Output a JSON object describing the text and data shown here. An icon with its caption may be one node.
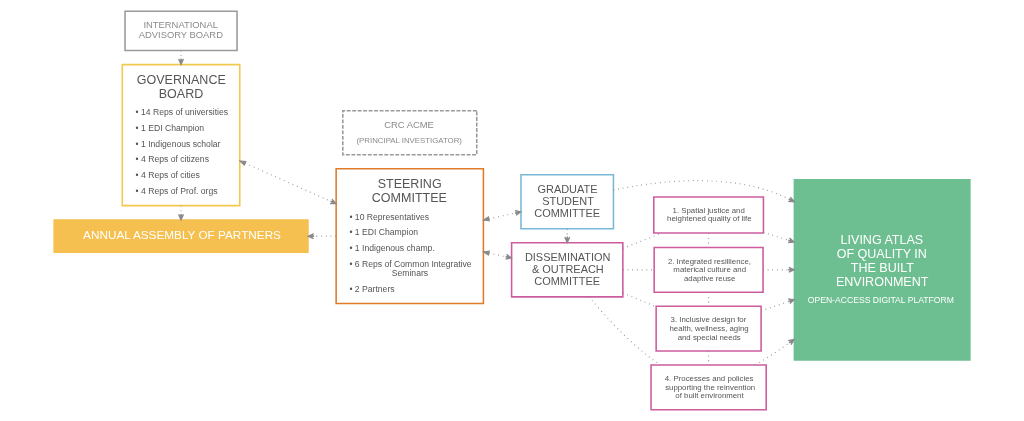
{
  "diagram": {
    "nodes": [
      {
        "text": [
          "INTERNATIONAL ADVISORY BOARD"
        ]
      },
      {
        "text": [
          "GOVERNANCE BOARD",
          "• 14 Reps of universities",
          "• 1 EDI Champion",
          "• 1 Indigenous scholar",
          "• 4 Reps of citizens",
          "• 4 Reps of cities",
          "• 4 Reps of Prof. orgs"
        ]
      },
      {
        "text": [
          "STEERING COMMITTEE",
          "• 10 Representatives",
          "• 1 EDI Champion",
          "• 1 Indigenous champ.",
          "• 6 Reps of Common Integrative Seminars",
          "• 2 Partners"
        ]
      },
      {
        "text": [
          "CRC ACME",
          "(PRINCIPAL INVESTIGATOR)"
        ]
      },
      {
        "text": [
          "DISSEMINATION & OUTREACH COMMITTEE"
        ]
      },
      {
        "text": [
          "GRADUATE STUDENT COMMITTEE"
        ]
      },
      {
        "text": [
          "1. Spatial justice and heightened quality of life"
        ]
      },
      {
        "text": [
          "2. Integrated resillience, materical culture and adaptive reuse"
        ]
      },
      {
        "text": [
          "3. Inclusive design for health, wellness, aging and special needs"
        ]
      },
      {
        "text": [
          "4. Processes and policies supporting the reinvention of built environment"
        ]
      },
      {
        "text": [
          "LIVING ATLAS OF QUALITY IN THE BUILT ENVIRONMENT",
          "OPEN-ACCESS DIGITAL PLATFORM"
        ]
      },
      {
        "text": [
          "ANNUAL ASSEMBLY OF PARTNERS"
        ]
      }
    ],
    "edges": [
      {
        "from": 0,
        "to": 1,
        "arrow": "to"
      },
      {
        "from": 1,
        "to": 2,
        "arrow": "both"
      },
      {
        "from": 2,
        "to": 4,
        "arrow": "both"
      },
      {
        "from": 2,
        "to": 5,
        "arrow": "both"
      },
      {
        "from": 5,
        "to": 4,
        "arrow": "to"
      },
      {
        "from": 1,
        "to": 11,
        "arrow": "to"
      },
      {
        "from": 2,
        "to": 11,
        "arrow": "to"
      },
      {
        "from": 4,
        "to": 6,
        "arrow": "none"
      },
      {
        "from": 4,
        "to": 7,
        "arrow": "none"
      },
      {
        "from": 4,
        "to": 8,
        "arrow": "none"
      },
      {
        "from": 4,
        "to": 9,
        "arrow": "none"
      },
      {
        "from": 6,
        "to": 7,
        "arrow": "none"
      },
      {
        "from": 7,
        "to": 8,
        "arrow": "none"
      },
      {
        "from": 8,
        "to": 9,
        "arrow": "none"
      },
      {
        "from": 6,
        "to": 10,
        "arrow": "to"
      },
      {
        "from": 7,
        "to": 10,
        "arrow": "to"
      },
      {
        "from": 8,
        "to": 10,
        "arrow": "to"
      },
      {
        "from": 9,
        "to": 10,
        "arrow": "to"
      },
      {
        "from": 5,
        "to": 10,
        "arrow": "to"
      }
    ]
  }
}
